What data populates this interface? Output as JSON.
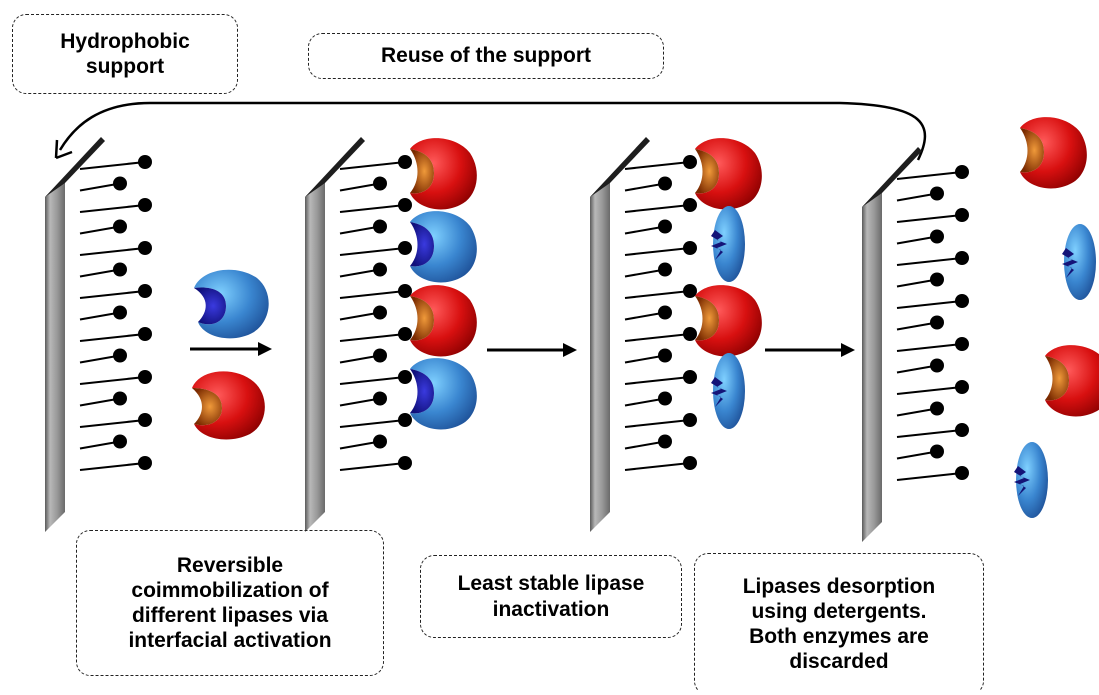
{
  "labels": {
    "hydrophobic_support": "Hydrophobic\nsupport",
    "reuse_support": "Reuse of the support",
    "coimmobilization": "Reversible\ncoimmobilization of\ndifferent lipases  via\ninterfacial activation",
    "inactivation": "Least stable lipase\ninactivation",
    "desorption": "Lipases desorption\nusing detergents.\nBoth enzymes are\ndiscarded"
  },
  "colors": {
    "red_lipase": "#d01010",
    "blue_lipase": "#3a86d0",
    "plate": "#9a9a9a",
    "arrow": "#000000"
  },
  "stages": [
    {
      "name": "support-alone",
      "enzymes": []
    },
    {
      "name": "coimmobilized",
      "enzymes": [
        "red",
        "blue",
        "red",
        "blue"
      ]
    },
    {
      "name": "one-inactivated",
      "enzymes": [
        "red",
        "blue-inactive",
        "red",
        "blue-inactive"
      ]
    },
    {
      "name": "desorbed",
      "enzymes": [
        "red",
        "blue-inactive",
        "red",
        "blue-inactive"
      ]
    }
  ]
}
